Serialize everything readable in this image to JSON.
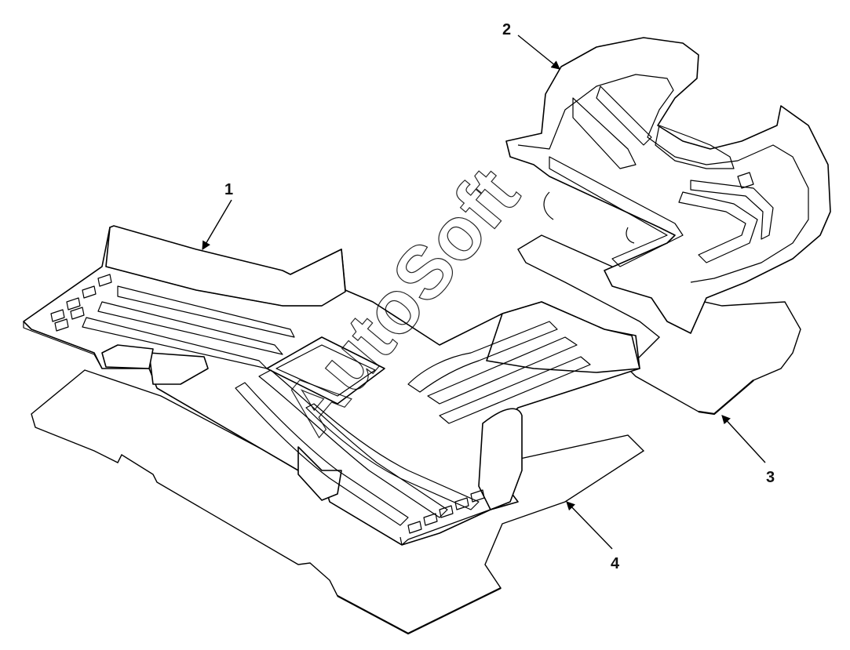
{
  "callouts": {
    "c1": "1",
    "c2": "2",
    "c3": "3",
    "c4": "4"
  },
  "watermark": "AutoSoft",
  "colors": {
    "line": "#000000",
    "background": "#ffffff"
  }
}
